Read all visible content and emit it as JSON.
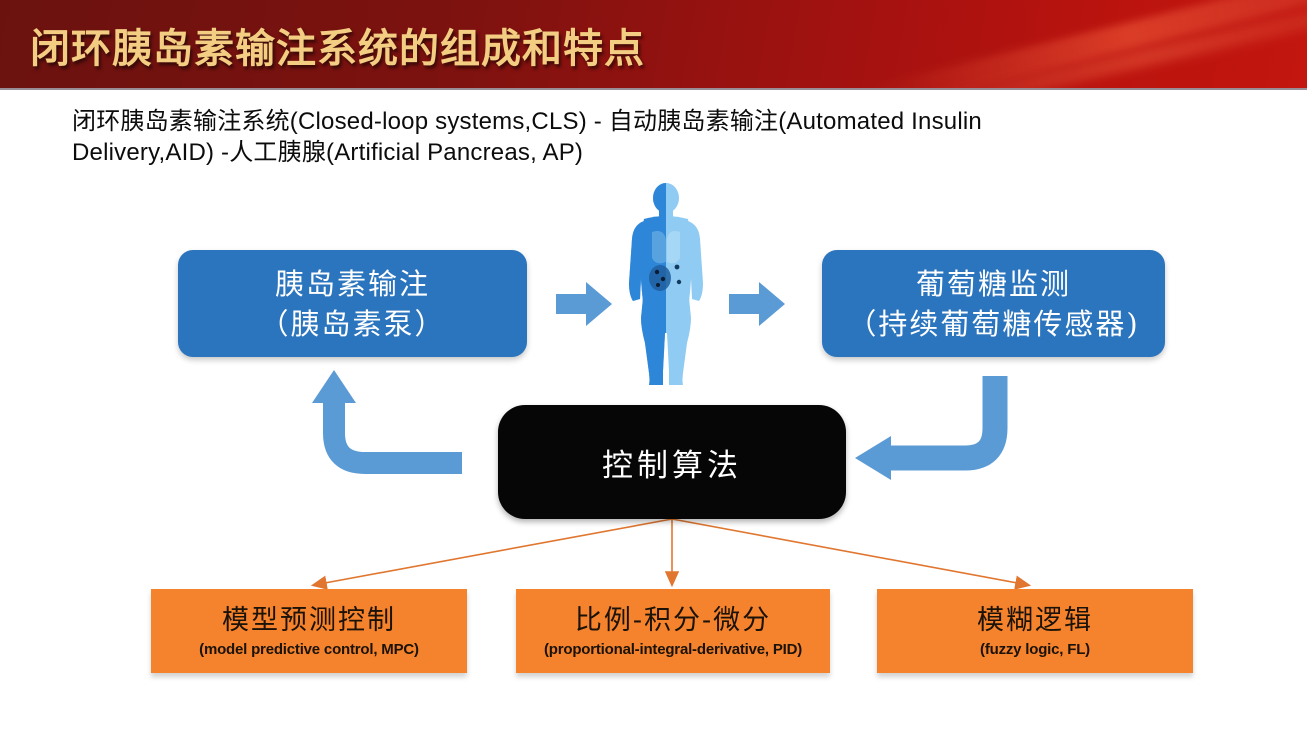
{
  "slide": {
    "title": "闭环胰岛素输注系统的组成和特点",
    "subtitle_lines": [
      "闭环胰岛素输注系统(Closed-loop systems,CLS) - 自动胰岛素输注(Automated Insulin",
      "Delivery,AID) -人工胰腺(Artificial Pancreas, AP)"
    ]
  },
  "diagram": {
    "insulin_box": {
      "line1": "胰岛素输注",
      "line2": "（胰岛素泵）"
    },
    "glucose_box": {
      "line1": "葡萄糖监测",
      "line2": "（持续葡萄糖传感器)"
    },
    "algorithm_box": {
      "label": "控制算法"
    },
    "algorithms": [
      {
        "zh": "模型预测控制",
        "en": "(model predictive control, MPC)"
      },
      {
        "zh": "比例-积分-微分",
        "en": "(proportional-integral-derivative, PID)"
      },
      {
        "zh": "模糊逻辑",
        "en": "(fuzzy logic, FL)"
      }
    ]
  },
  "colors": {
    "header_dark_red": "#6b120f",
    "header_bright_red": "#c2160f",
    "title_gold": "#f2cd82",
    "box_blue": "#2b74be",
    "arrow_blue": "#5b9bd5",
    "algorithm_black": "#060606",
    "orange": "#f5822c"
  }
}
